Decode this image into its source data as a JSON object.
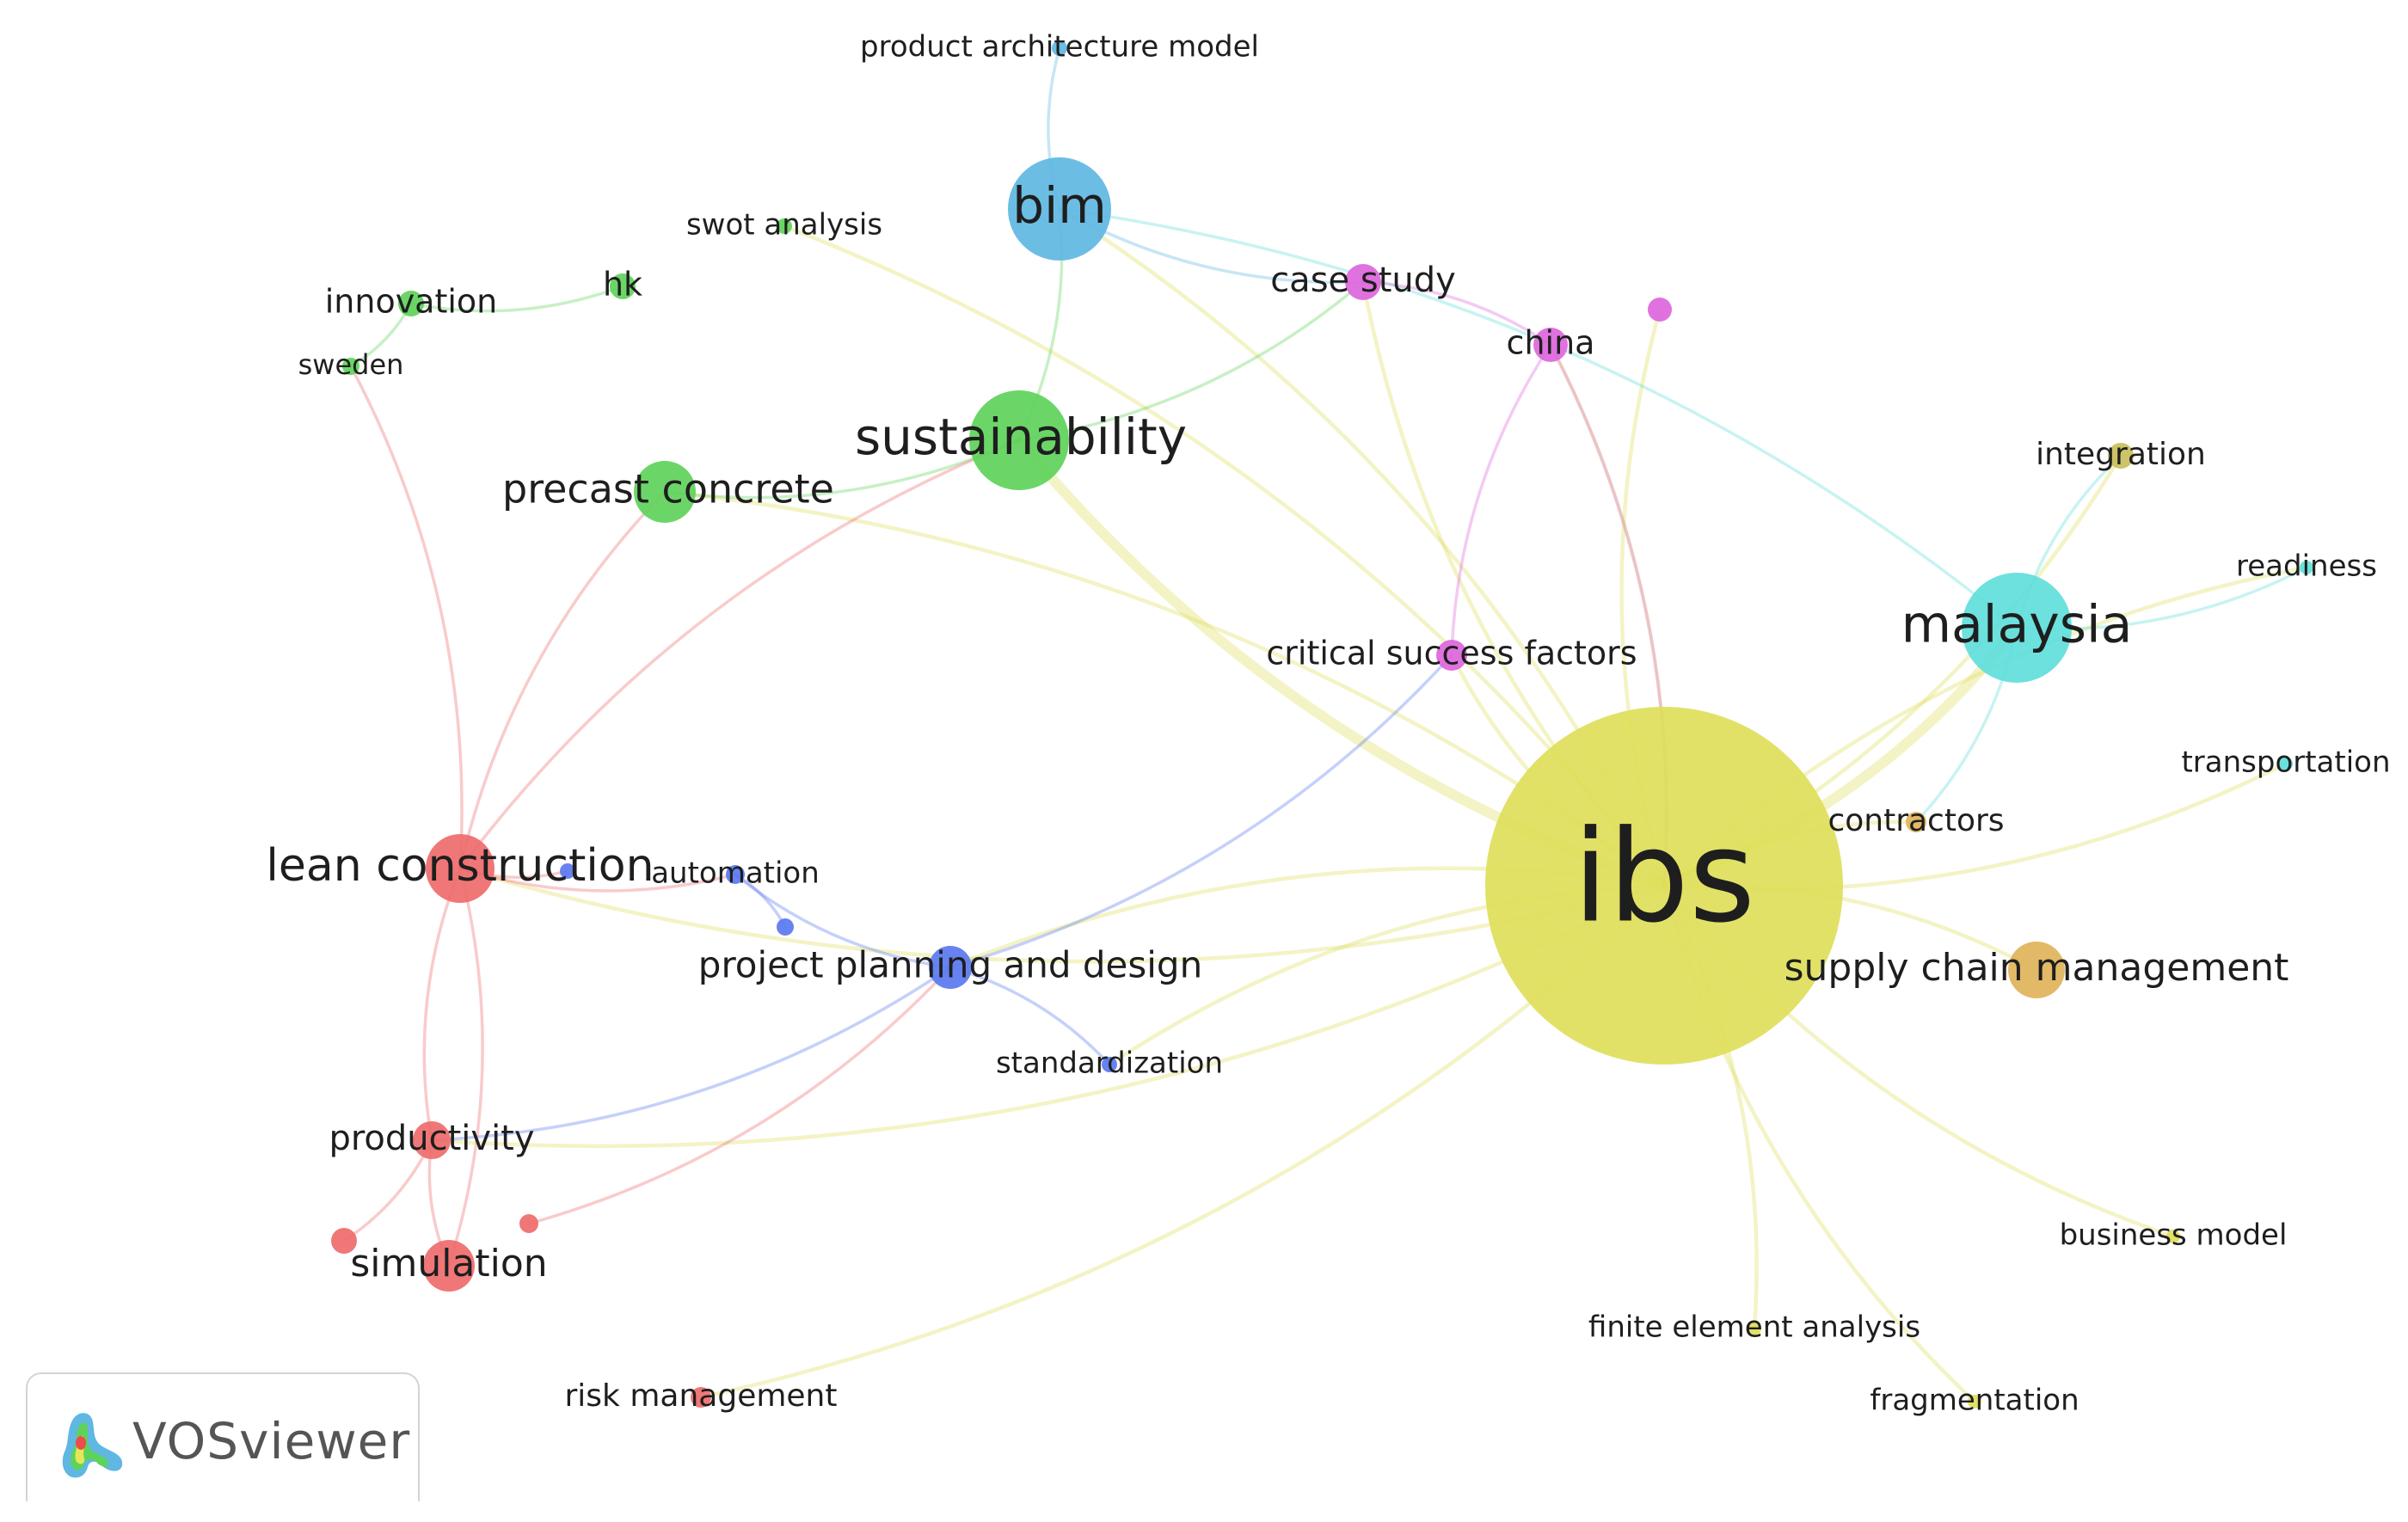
{
  "app": {
    "name": "VOSviewer"
  },
  "colors": {
    "red": "#ef6b6b",
    "green": "#5ed35a",
    "blue": "#5a78f0",
    "yellow": "#dede5a",
    "purple": "#dd66dd",
    "cyan": "#5fdedb",
    "lightblue": "#5fb7e2",
    "orange": "#e0b35a",
    "olive": "#c8bf5a"
  },
  "network": {
    "nodes": [
      {
        "id": "ibs",
        "label": "ibs",
        "cluster": "yellow"
      },
      {
        "id": "malaysia",
        "label": "malaysia",
        "cluster": "cyan"
      },
      {
        "id": "sustainability",
        "label": "sustainability",
        "cluster": "green"
      },
      {
        "id": "bim",
        "label": "bim",
        "cluster": "lightblue"
      },
      {
        "id": "lean-construction",
        "label": "lean construction",
        "cluster": "red"
      },
      {
        "id": "precast-concrete",
        "label": "precast concrete",
        "cluster": "green"
      },
      {
        "id": "supply-chain-management",
        "label": "supply chain management",
        "cluster": "orange"
      },
      {
        "id": "project-planning-and-design",
        "label": "project planning and design",
        "cluster": "blue"
      },
      {
        "id": "simulation",
        "label": "simulation",
        "cluster": "red"
      },
      {
        "id": "productivity",
        "label": "productivity",
        "cluster": "red"
      },
      {
        "id": "case-study",
        "label": "case study",
        "cluster": "purple"
      },
      {
        "id": "china",
        "label": "china",
        "cluster": "purple"
      },
      {
        "id": "critical-success-factors",
        "label": "critical success factors",
        "cluster": "purple"
      },
      {
        "id": "integration",
        "label": "integration",
        "cluster": "olive"
      },
      {
        "id": "innovation",
        "label": "innovation",
        "cluster": "green"
      },
      {
        "id": "hk",
        "label": "hk",
        "cluster": "green"
      },
      {
        "id": "sweden",
        "label": "sweden",
        "cluster": "green"
      },
      {
        "id": "swot-analysis",
        "label": "swot analysis",
        "cluster": "green"
      },
      {
        "id": "product-architecture-model",
        "label": "product architecture model",
        "cluster": "lightblue"
      },
      {
        "id": "automation",
        "label": "automation",
        "cluster": "blue"
      },
      {
        "id": "standardization",
        "label": "standardization",
        "cluster": "blue"
      },
      {
        "id": "readiness",
        "label": "readiness",
        "cluster": "cyan"
      },
      {
        "id": "transportation",
        "label": "transportation",
        "cluster": "cyan"
      },
      {
        "id": "contractors",
        "label": "contractors",
        "cluster": "orange"
      },
      {
        "id": "business-model",
        "label": "business model",
        "cluster": "yellow"
      },
      {
        "id": "finite-element-analysis",
        "label": "finite element analysis",
        "cluster": "yellow"
      },
      {
        "id": "fragmentation",
        "label": "fragmentation",
        "cluster": "yellow"
      },
      {
        "id": "risk-management",
        "label": "risk management",
        "cluster": "red"
      },
      {
        "id": "unlabeled-purple",
        "label": "",
        "cluster": "purple"
      },
      {
        "id": "unlabeled-blue-1",
        "label": "",
        "cluster": "blue"
      },
      {
        "id": "unlabeled-blue-2",
        "label": "",
        "cluster": "blue"
      },
      {
        "id": "unlabeled-red-1",
        "label": "",
        "cluster": "red"
      },
      {
        "id": "unlabeled-red-2",
        "label": "",
        "cluster": "red"
      }
    ],
    "edges": [
      [
        "ibs",
        "malaysia"
      ],
      [
        "ibs",
        "sustainability"
      ],
      [
        "ibs",
        "bim"
      ],
      [
        "ibs",
        "lean-construction"
      ],
      [
        "ibs",
        "precast-concrete"
      ],
      [
        "ibs",
        "supply-chain-management"
      ],
      [
        "ibs",
        "project-planning-and-design"
      ],
      [
        "ibs",
        "critical-success-factors"
      ],
      [
        "ibs",
        "china"
      ],
      [
        "ibs",
        "case-study"
      ],
      [
        "ibs",
        "integration"
      ],
      [
        "ibs",
        "contractors"
      ],
      [
        "ibs",
        "business-model"
      ],
      [
        "ibs",
        "finite-element-analysis"
      ],
      [
        "ibs",
        "fragmentation"
      ],
      [
        "ibs",
        "risk-management"
      ],
      [
        "ibs",
        "standardization"
      ],
      [
        "ibs",
        "readiness"
      ],
      [
        "ibs",
        "transportation"
      ],
      [
        "ibs",
        "unlabeled-purple"
      ],
      [
        "ibs",
        "swot-analysis"
      ],
      [
        "ibs",
        "productivity"
      ],
      [
        "malaysia",
        "bim"
      ],
      [
        "malaysia",
        "integration"
      ],
      [
        "malaysia",
        "readiness"
      ],
      [
        "malaysia",
        "contractors"
      ],
      [
        "sustainability",
        "bim"
      ],
      [
        "sustainability",
        "precast-concrete"
      ],
      [
        "sustainability",
        "case-study"
      ],
      [
        "bim",
        "product-architecture-model"
      ],
      [
        "bim",
        "case-study"
      ],
      [
        "case-study",
        "china"
      ],
      [
        "china",
        "critical-success-factors"
      ],
      [
        "china",
        "ibs"
      ],
      [
        "lean-construction",
        "automation"
      ],
      [
        "lean-construction",
        "simulation"
      ],
      [
        "lean-construction",
        "productivity"
      ],
      [
        "lean-construction",
        "precast-concrete"
      ],
      [
        "lean-construction",
        "sweden"
      ],
      [
        "lean-construction",
        "sustainability"
      ],
      [
        "lean-construction",
        "unlabeled-blue-1"
      ],
      [
        "automation",
        "unlabeled-blue-2"
      ],
      [
        "automation",
        "project-planning-and-design"
      ],
      [
        "project-planning-and-design",
        "standardization"
      ],
      [
        "project-planning-and-design",
        "critical-success-factors"
      ],
      [
        "project-planning-and-design",
        "productivity"
      ],
      [
        "innovation",
        "hk"
      ],
      [
        "innovation",
        "sweden"
      ],
      [
        "productivity",
        "simulation"
      ],
      [
        "productivity",
        "unlabeled-red-1"
      ],
      [
        "unlabeled-red-2",
        "project-planning-and-design"
      ]
    ]
  }
}
